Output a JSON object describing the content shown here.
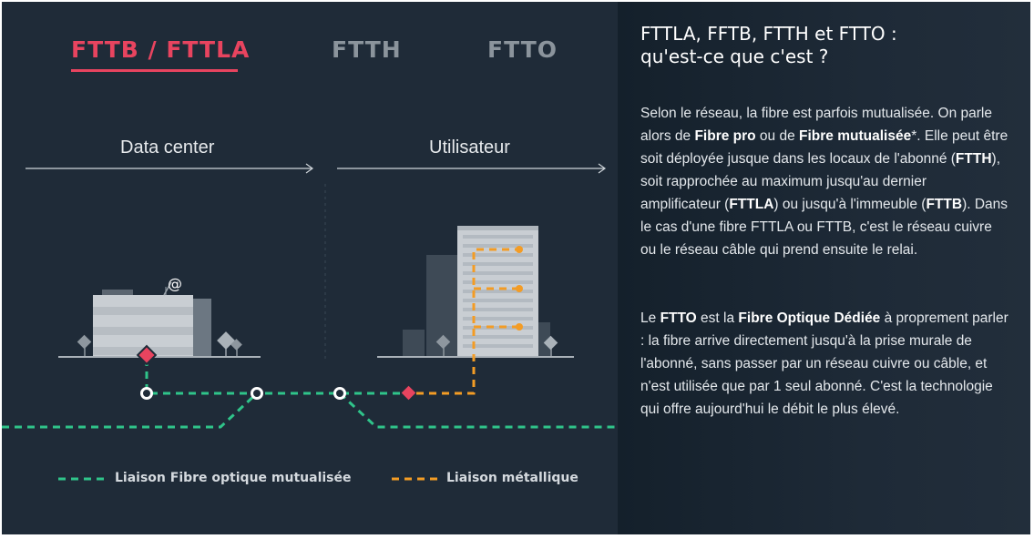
{
  "tabs": [
    {
      "label": "FTTB / FTTLA",
      "active": true
    },
    {
      "label": "FTTH",
      "active": false
    },
    {
      "label": "FTTO",
      "active": false
    }
  ],
  "zones": {
    "left": "Data center",
    "right": "Utilisateur"
  },
  "icons": {
    "at_sign": "@"
  },
  "legend": {
    "fiber": "Liaison Fibre optique mutualisée",
    "metal": "Liaison métallique"
  },
  "colors": {
    "background": "#1f2b38",
    "accent": "#e8445f",
    "fiber": "#2fc48a",
    "metal": "#f39c25"
  },
  "panel": {
    "title_line1": "FTTLA, FFTB, FTTH et FTTO :",
    "title_line2": "qu'est-ce que c'est ?",
    "p1": [
      {
        "t": "Selon le réseau, la fibre est parfois mutualisée. On parle alors de "
      },
      {
        "t": "Fibre pro",
        "b": true
      },
      {
        "t": " ou de "
      },
      {
        "t": "Fibre mutualisée",
        "b": true
      },
      {
        "t": "*. Elle peut être soit déployée jusque dans les locaux de l'abonné ("
      },
      {
        "t": "FTTH",
        "b": true
      },
      {
        "t": "), soit rapprochée au maximum jusqu'au dernier amplificateur ("
      },
      {
        "t": "FTTLA",
        "b": true
      },
      {
        "t": ") ou jusqu'à l'immeuble ("
      },
      {
        "t": "FTTB",
        "b": true
      },
      {
        "t": "). Dans le cas d'une fibre FTTLA ou FTTB, c'est le réseau cuivre ou le réseau câble qui prend ensuite le relai."
      }
    ],
    "p2": [
      {
        "t": "Le "
      },
      {
        "t": "FTTO",
        "b": true
      },
      {
        "t": " est la "
      },
      {
        "t": "Fibre Optique Dédiée",
        "b": true
      },
      {
        "t": " à proprement parler : la fibre arrive directement jusqu'à la prise murale de l'abonné, sans passer par un réseau cuivre ou câble, et n'est utilisée que par 1 seul abonné. C'est la technologie qui offre aujourd'hui le débit le plus élevé."
      }
    ]
  }
}
